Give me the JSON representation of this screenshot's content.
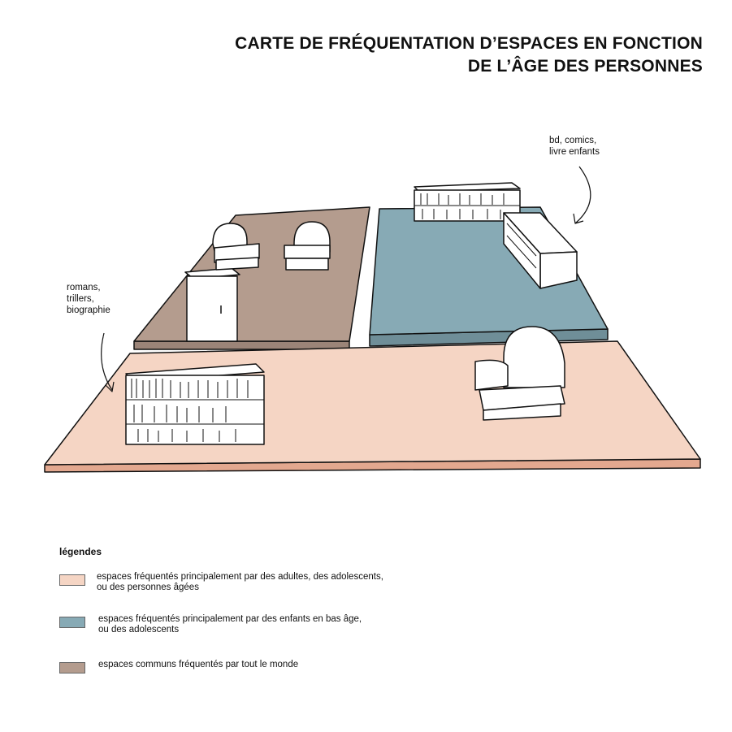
{
  "title": {
    "line1": "CARTE DE FRÉQUENTATION D’ESPACES EN FONCTION",
    "line2": "DE L’ÂGE DES PERSONNES"
  },
  "annotations": {
    "left": [
      "romans,",
      "trillers,",
      "biographie"
    ],
    "right": [
      "bd, comics,",
      "livre enfants"
    ]
  },
  "colors": {
    "adults": "#f5d5c4",
    "children": "#87aab5",
    "common": "#b49c8e"
  },
  "legend": {
    "title": "légendes",
    "items": [
      {
        "line1": "espaces fréquentés principalement par des adultes, des adolescents,",
        "line2": "ou des personnes âgées",
        "color": "#f5d5c4"
      },
      {
        "line1": "espaces fréquentés principalement par des enfants en bas âge,",
        "line2": "ou des adolescents",
        "color": "#87aab5"
      },
      {
        "line1": "espaces communs fréquentés par tout le monde",
        "line2": "",
        "color": "#b49c8e"
      }
    ]
  }
}
